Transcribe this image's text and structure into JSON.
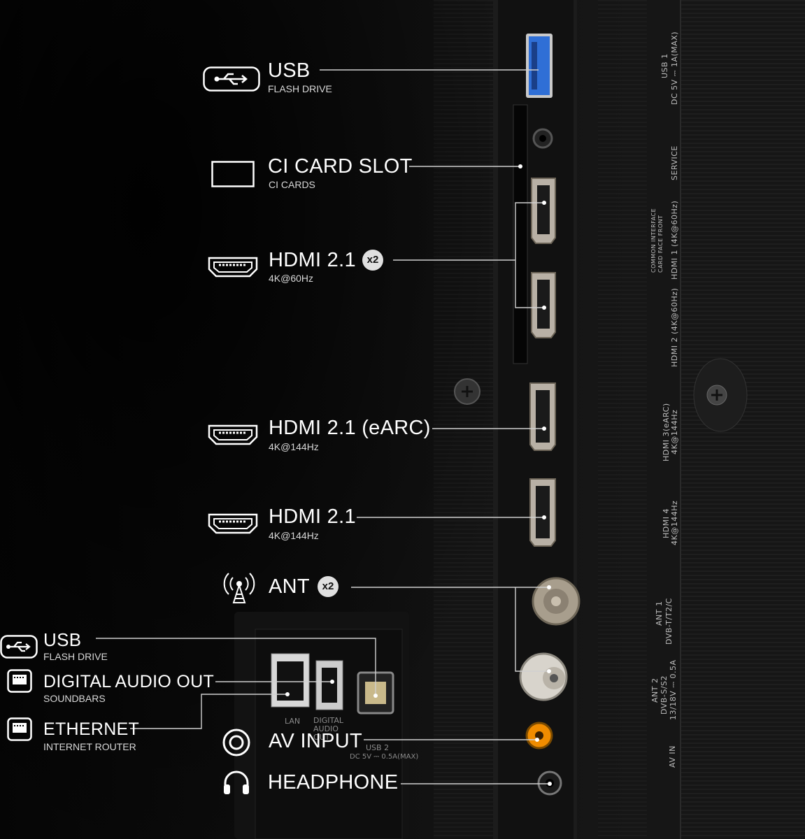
{
  "callouts": {
    "usb_top": {
      "title": "USB",
      "sub": "FLASH DRIVE"
    },
    "ci": {
      "title": "CI CARD SLOT",
      "sub": "CI CARDS"
    },
    "hdmi_pair": {
      "title": "HDMI 2.1",
      "sub": "4K@60Hz",
      "badge": "x2"
    },
    "hdmi_earc": {
      "title": "HDMI 2.1 (eARC)",
      "sub": "4K@144Hz"
    },
    "hdmi_single": {
      "title": "HDMI 2.1",
      "sub": "4K@144Hz"
    },
    "ant": {
      "title": "ANT",
      "badge": "x2"
    },
    "usb_bottom": {
      "title": "USB",
      "sub": "FLASH DRIVE"
    },
    "digital_audio": {
      "title": "DIGITAL AUDIO OUT",
      "sub": "SOUNDBARS"
    },
    "ethernet": {
      "title": "ETHERNET",
      "sub": "INTERNET ROUTER"
    },
    "av_input": {
      "title": "AV INPUT"
    },
    "headphone": {
      "title": "HEADPHONE"
    }
  },
  "panel_labels": {
    "usb1": "USB 1",
    "usb1_power": "DC 5V ⎓ 1A(MAX)",
    "service": "SERVICE",
    "common_interface": "COMMON INTERFACE",
    "card_face_front": "CARD FACE FRONT",
    "hdmi1": "HDMI 1 (4K@60Hz)",
    "hdmi2": "HDMI 2 (4K@60Hz)",
    "hdmi3": "HDMI 3(eARC)",
    "hdmi3_rate": "4K@144Hz",
    "hdmi4": "HDMI 4",
    "hdmi4_rate": "4K@144Hz",
    "ant1": "ANT 1",
    "ant1_std": "DVB-T/T2/C",
    "ant2": "ANT 2",
    "ant2_std": "DVB-S/S2",
    "ant2_power": "13/18V ⎓ 0.5A",
    "av_in": "AV IN",
    "lan": "LAN",
    "digital_audio_out": "DIGITAL AUDIO OUT",
    "usb2": "USB 2",
    "usb2_power": "DC 5V ⎓ 0.5A(MAX)"
  },
  "colors": {
    "accent_usb": "#2f6fd6",
    "av_input": "#f08c00",
    "line": "#d0d0d0"
  }
}
